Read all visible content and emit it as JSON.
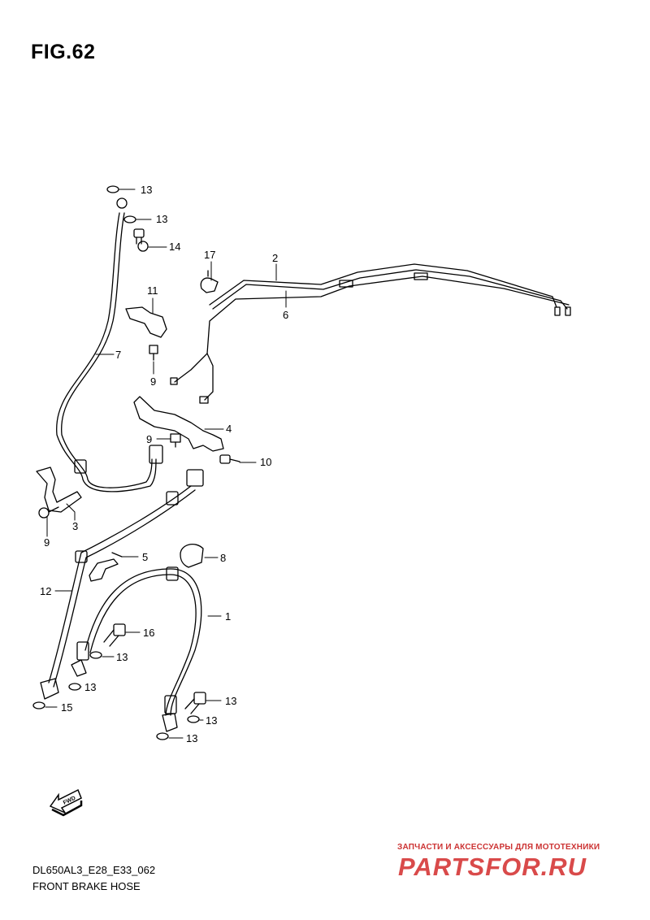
{
  "figure": {
    "title": "FIG.62"
  },
  "footer": {
    "code": "DL650AL3_E28_E33_062",
    "name": "FRONT BRAKE HOSE"
  },
  "watermark": {
    "tagline": "ЗАПЧАСТИ И АКСЕССУАРЫ ДЛЯ МОТОТЕХНИКИ",
    "brand": "PARTSFOR.RU",
    "color": "#d94a4a"
  },
  "fwd_icon": {
    "label": "FWD"
  },
  "parts": [
    {
      "id": "p13a",
      "label": "13"
    },
    {
      "id": "p13b",
      "label": "13"
    },
    {
      "id": "p14",
      "label": "14"
    },
    {
      "id": "p17",
      "label": "17"
    },
    {
      "id": "p2",
      "label": "2"
    },
    {
      "id": "p6",
      "label": "6"
    },
    {
      "id": "p11",
      "label": "11"
    },
    {
      "id": "p7",
      "label": "7"
    },
    {
      "id": "p9a",
      "label": "9"
    },
    {
      "id": "p4",
      "label": "4"
    },
    {
      "id": "p9b",
      "label": "9"
    },
    {
      "id": "p10",
      "label": "10"
    },
    {
      "id": "p3",
      "label": "3"
    },
    {
      "id": "p9c",
      "label": "9"
    },
    {
      "id": "p5",
      "label": "5"
    },
    {
      "id": "p8",
      "label": "8"
    },
    {
      "id": "p12",
      "label": "12"
    },
    {
      "id": "p1",
      "label": "1"
    },
    {
      "id": "p16",
      "label": "16"
    },
    {
      "id": "p13c",
      "label": "13"
    },
    {
      "id": "p13d",
      "label": "13"
    },
    {
      "id": "p15",
      "label": "15"
    },
    {
      "id": "p13e",
      "label": "13"
    },
    {
      "id": "p13f",
      "label": "13"
    },
    {
      "id": "p13g",
      "label": "13"
    }
  ]
}
